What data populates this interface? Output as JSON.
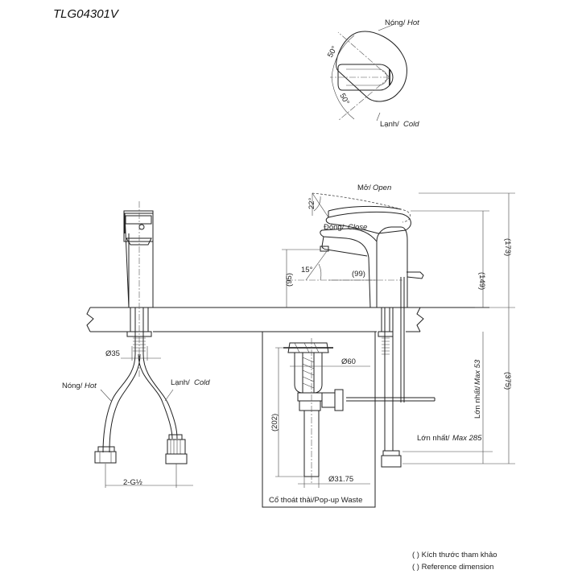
{
  "model": "TLG04301V",
  "top_view": {
    "hot_vn": "Nóng/",
    "hot_en": "Hot",
    "cold_vn": "Lạnh/",
    "cold_en": "Cold",
    "angle_hot": "50°",
    "angle_cold": "50°"
  },
  "front_view": {
    "hot_vn": "Nóng/",
    "hot_en": "Hot",
    "cold_vn": "Lạnh/",
    "cold_en": "Cold",
    "dia_pipe": "Ø35",
    "thread": "2-G½"
  },
  "side_view": {
    "open_vn": "Mở/",
    "open_en": "Open",
    "close_vn": "Đóng/",
    "close_en": "Close",
    "angle_lever": "22°",
    "angle_spout": "15°",
    "dim_95": "(95)",
    "dim_99": "(99)",
    "dim_149": "(149)",
    "dim_173": "(173)",
    "dim_375": "(375)",
    "max53_vn": "Lớn nhất/",
    "max53_en": "Max 53",
    "max285_vn": "Lớn nhất/",
    "max285_en": "Max 285"
  },
  "waste_view": {
    "dia_60": "Ø60",
    "dim_202": "(202)",
    "dia_3175": "Ø31.75",
    "caption": "Cổ thoát thải/Pop-up Waste"
  },
  "legend": {
    "line1": "( ) Kích thước tham khảo",
    "line2": "( ) Reference dimension"
  }
}
